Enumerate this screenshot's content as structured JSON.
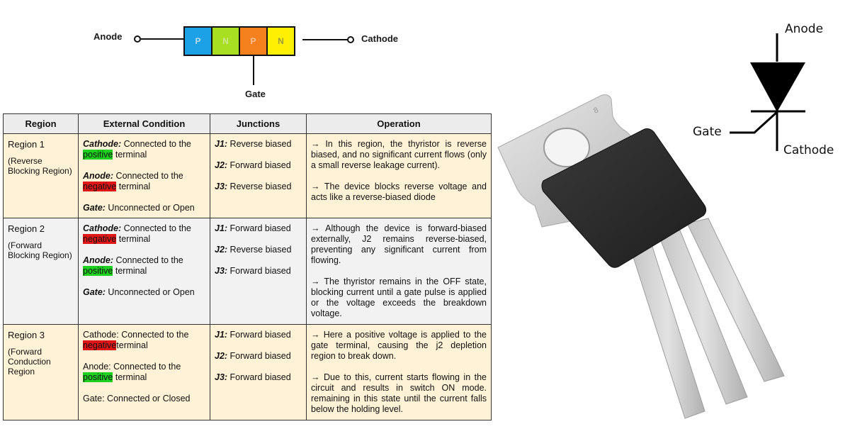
{
  "pnpn_diagram": {
    "anode_label": "Anode",
    "cathode_label": "Cathode",
    "gate_label": "Gate",
    "layers": [
      {
        "letter": "P",
        "color": "#1ca0e6",
        "text_color": "#b8dcf0"
      },
      {
        "letter": "N",
        "color": "#a8df22",
        "text_color": "#cfe890"
      },
      {
        "letter": "P",
        "color": "#f5801e",
        "text_color": "#f7c39a"
      },
      {
        "letter": "N",
        "color": "#ffef00",
        "text_color": "#9a9a40"
      }
    ]
  },
  "table": {
    "headers": [
      "Region",
      "External Condition",
      "Junctions",
      "Operation"
    ],
    "rows": [
      {
        "region": "Region 1",
        "region_sub": "(Reverse Blocking Region)",
        "conditions": [
          {
            "key": "Cathode:",
            "text": " Connected to the ",
            "highlight": "positive",
            "highlight_type": "pos",
            "tail": " terminal"
          },
          {
            "key": "Anode:",
            "text": " Connected to the ",
            "highlight": "negative",
            "highlight_type": "neg",
            "tail": " terminal"
          },
          {
            "key": "Gate:",
            "text": " Unconnected or Open"
          }
        ],
        "junctions": [
          {
            "key": "J1:",
            "value": " Reverse biased"
          },
          {
            "key": "J2:",
            "value": " Forward biased"
          },
          {
            "key": "J3:",
            "value": " Reverse biased"
          }
        ],
        "operation": [
          "→ In this region, the thyristor is reverse biased, and no significant current flows (only a small reverse leakage current).",
          "→ The device blocks reverse voltage and acts like a reverse-biased diode"
        ]
      },
      {
        "region": "Region 2",
        "region_sub": "(Forward Blocking Region)",
        "conditions": [
          {
            "key": "Cathode:",
            "text": " Connected to the ",
            "highlight": "negative",
            "highlight_type": "neg",
            "tail": " terminal"
          },
          {
            "key": "Anode:",
            "text": " Connected to the ",
            "highlight": "positive",
            "highlight_type": "pos",
            "tail": " terminal"
          },
          {
            "key": "Gate:",
            "text": " Unconnected or Open"
          }
        ],
        "junctions": [
          {
            "key": "J1:",
            "value": " Forward biased"
          },
          {
            "key": "J2:",
            "value": " Reverse biased"
          },
          {
            "key": "J3:",
            "value": " Forward biased"
          }
        ],
        "operation": [
          "→ Although the device is forward-biased externally, J2 remains reverse-biased, preventing any significant current from flowing.",
          "→ The thyristor remains in the OFF state, blocking current until a gate pulse is applied or the voltage exceeds the breakdown voltage."
        ]
      },
      {
        "region": "Region 3",
        "region_sub": "(Forward Conduction Region",
        "conditions": [
          {
            "key": "Cathode:",
            "text": " Connected to the ",
            "highlight": "negative",
            "highlight_type": "neg",
            "tail": "terminal",
            "plain": true
          },
          {
            "key": "Anode:",
            "text": " Connected to the ",
            "highlight": "positive",
            "highlight_type": "pos",
            "tail": " terminal",
            "plain": true
          },
          {
            "key": "Gate:",
            "text": " Connected or Closed",
            "plain": true
          }
        ],
        "junctions": [
          {
            "key": "J1:",
            "value": " Forward biased"
          },
          {
            "key": "J2:",
            "value": " Forward biased"
          },
          {
            "key": "J3:",
            "value": " Forward biased"
          }
        ],
        "operation": [
          "→  Here a positive voltage is applied to the gate terminal, causing the j2 depletion region to break down.",
          "→ Due to this, current starts flowing in the circuit and results in switch ON mode. remaining in this state until the current falls below the holding level."
        ]
      }
    ]
  },
  "symbol": {
    "anode_label": "Anode",
    "gate_label": "Gate",
    "cathode_label": "Cathode"
  },
  "photo": {
    "subject": "TO-220 thyristor package with three leads",
    "tab_marking": "8"
  },
  "colors": {
    "table_row_tan": "#fff2d6",
    "table_row_grey": "#f2f2f2",
    "header_bg": "#ececec",
    "highlight_positive": "#1fd11f",
    "highlight_negative": "#e01616"
  }
}
